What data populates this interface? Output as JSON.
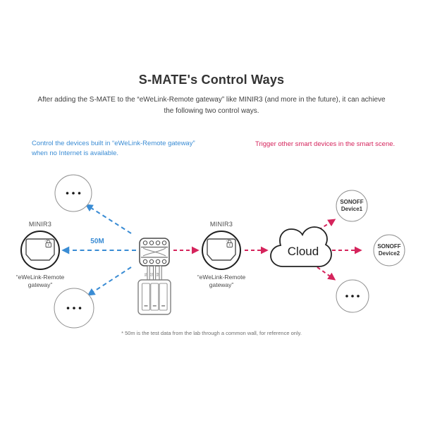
{
  "header": {
    "title": "S-MATE's Control Ways",
    "subtitle": "After adding the S-MATE to the “eWeLink-Remote gateway” like MINIR3 (and more in the future), it can achieve the following two control ways."
  },
  "annotations": {
    "local_control": "Control the devices built in “eWeLink-Remote gateway” when no Internet is available.",
    "scene_control": "Trigger other smart devices in the smart scene."
  },
  "diagram": {
    "distance_label": "50M",
    "cloud_label": "Cloud",
    "gateway_left": {
      "title": "MINIR3",
      "caption": "“eWeLink-Remote gateway”"
    },
    "gateway_right": {
      "title": "MINIR3",
      "caption": "“eWeLink-Remote gateway”"
    },
    "device1_label": "SONOFF Device1",
    "device2_label": "SONOFF Device2",
    "smate_wire_labels": [
      "S1",
      "S2",
      "S3"
    ]
  },
  "footnote": "* 50m is the test data from the lab through a common wall, for reference only.",
  "colors": {
    "blue": "#3a8cd4",
    "red": "#d5245c",
    "text_dark": "#333333",
    "text_gray": "#4a4a4a"
  }
}
